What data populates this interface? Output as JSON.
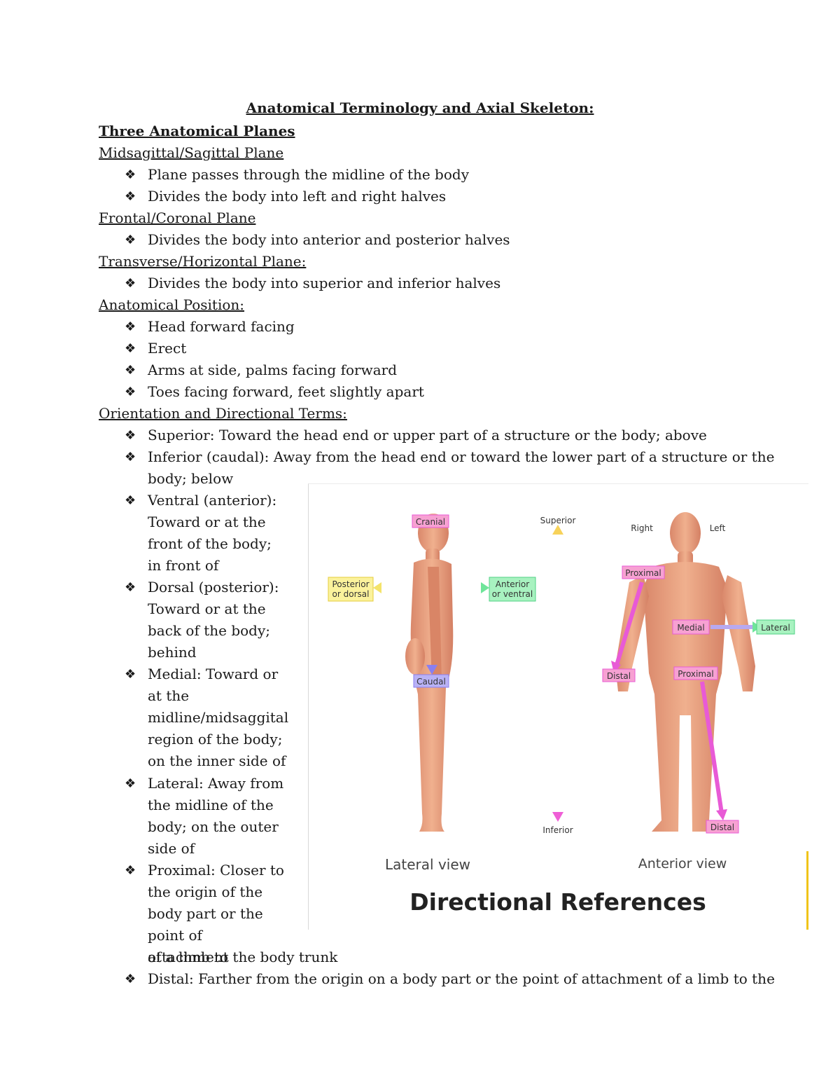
{
  "doc": {
    "title": "Anatomical Terminology and Axial Skeleton:",
    "section1": "Three Anatomical Planes",
    "midsagittal": {
      "heading": "Midsagittal/Sagittal Plane",
      "items": [
        "Plane passes through the midline of the body",
        "Divides the body into left and right halves"
      ]
    },
    "frontal": {
      "heading": "Frontal/Coronal Plane",
      "items": [
        "Divides the body into anterior and posterior halves"
      ]
    },
    "transverse": {
      "heading": "Transverse/Horizontal Plane:",
      "items": [
        "Divides the body into superior and inferior halves"
      ]
    },
    "position": {
      "heading": "Anatomical Position:",
      "items": [
        "Head forward facing",
        "Erect",
        "Arms at side, palms facing forward",
        "Toes facing forward, feet slightly apart"
      ]
    },
    "orientation": {
      "heading": "Orientation and Directional Terms:",
      "superior": "Superior: Toward the head end or upper part of a structure or the body; above",
      "inferior_l1": "Inferior (caudal): Away from the head end or toward the lower part of a structure or the",
      "inferior_l2": "body; below",
      "ventral": "Ventral (anterior): Toward or at the front of the body; in front of",
      "dorsal": "Dorsal (posterior): Toward or at the back of the body; behind",
      "medial": "Medial: Toward or at the midline/midsaggital region of the body; on the inner side of",
      "lateral": "Lateral: Away from the midline of the body; on the outer side of",
      "proximal": "Proximal: Closer to the origin of the body part or the point of attachment",
      "proximal_last": "of a limb to the body trunk",
      "distal": "Distal: Farther from the origin on a body part or the point of attachment of a limb to the"
    },
    "bullet_glyph": "❖"
  },
  "figure": {
    "title": "Directional References",
    "lateral_view": "Lateral view",
    "anterior_view": "Anterior view",
    "labels": {
      "cranial": "Cranial",
      "caudal": "Caudal",
      "posterior_1": "Posterior",
      "posterior_2": "or dorsal",
      "anterior_1": "Anterior",
      "anterior_2": "or ventral",
      "superior": "Superior",
      "inferior": "Inferior",
      "right": "Right",
      "left": "Left",
      "proximal_arm": "Proximal",
      "distal_arm": "Distal",
      "medial": "Medial",
      "lateral": "Lateral",
      "proximal_leg": "Proximal",
      "distal_leg": "Distal"
    },
    "colors": {
      "pink": "#e85ad6",
      "yellow": "#f4d35e",
      "green": "#6ee59a",
      "purple": "#8a7ff0",
      "skin": "#e8a07a"
    }
  }
}
